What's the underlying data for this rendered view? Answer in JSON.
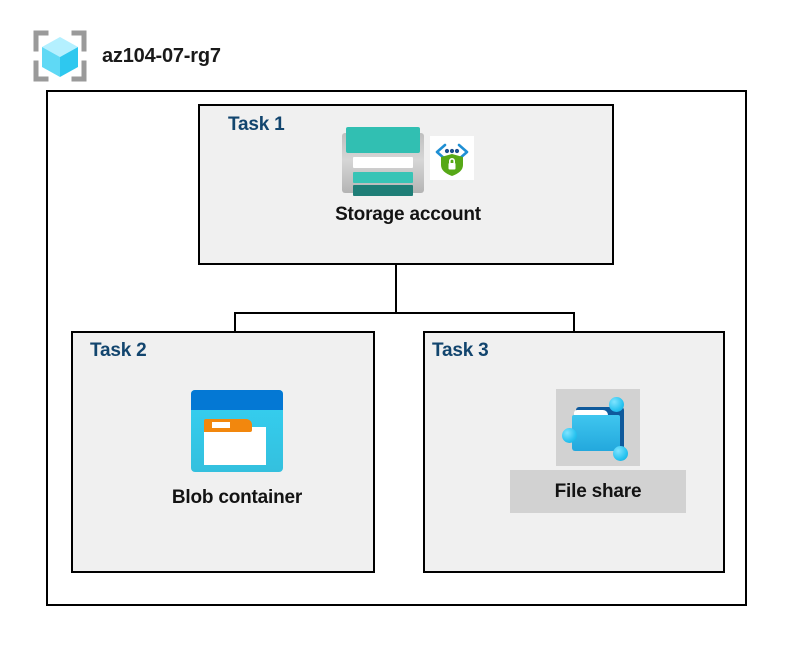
{
  "resource_group": {
    "name": "az104-07-rg7",
    "icon": "resource-group-cube-icon"
  },
  "diagram": {
    "type": "azure-architecture-diagram",
    "background_color": "#ffffff",
    "border_color": "#000000",
    "panel_fill": "#f0f0f0",
    "task_label_color": "#12456e",
    "selection_highlight_color": "#d2d2d2"
  },
  "tasks": [
    {
      "label": "Task 1",
      "resource_caption": "Storage account",
      "icon": "storage-account-icon",
      "badge_icon": "security-shield-lock-icon",
      "selected": false,
      "accent_color": "#31bfb2"
    },
    {
      "label": "Task 2",
      "resource_caption": "Blob container",
      "icon": "blob-container-icon",
      "selected": false,
      "accent_color": "#0478d4"
    },
    {
      "label": "Task 3",
      "resource_caption": "File share",
      "icon": "file-share-icon",
      "selected": true,
      "accent_color": "#23a8dd"
    }
  ],
  "connectors": [
    {
      "from": "Task 1",
      "to": "Task 2"
    },
    {
      "from": "Task 1",
      "to": "Task 3"
    }
  ]
}
